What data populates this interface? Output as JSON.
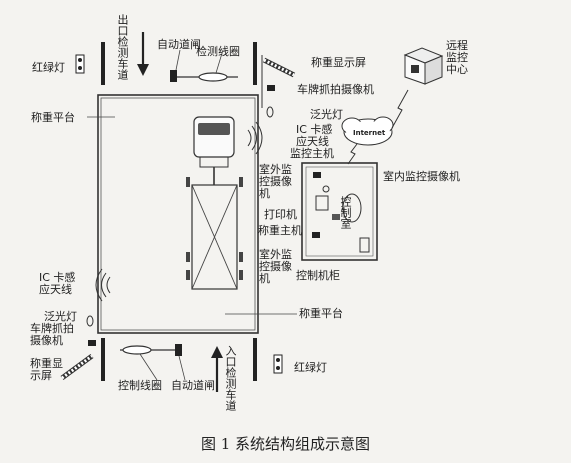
{
  "diagram": {
    "labels": {
      "exit_lane": "出口检测车道",
      "entry_lane": "入口检测车道",
      "auto_gate_top": "自动道闸",
      "auto_gate_bottom": "自动道闸",
      "detect_coil": "检测线圈",
      "control_coil": "控制线圈",
      "weight_display_top": "称重显示屏",
      "weight_display_bottom": "称重显\n示屏",
      "plate_camera_top": "车牌抓拍摄像机",
      "plate_camera_bottom": "车牌抓拍\n摄像机",
      "red_green_light_top": "红绿灯",
      "red_green_light_bottom": "红绿灯",
      "platform_left": "称重平台",
      "platform_bottom": "称重平台",
      "flood_light_top": "泛光灯",
      "flood_light_bottom": "泛光灯",
      "ic_antenna_top": "IC 卡感\n应天线",
      "ic_antenna_bottom": "IC 卡感\n应天线",
      "monitor_host": "监控主机",
      "internet": "Internet",
      "remote_center": "远程\n监控\n中心",
      "outdoor_camera_1": "室外监\n控摄像\n机",
      "outdoor_camera_2": "室外监\n控摄像\n机",
      "printer": "打印机",
      "weigh_host": "称重主机",
      "control_room": "控制室",
      "control_cabinet": "控制机柜",
      "indoor_camera": "室内监控摄像机"
    },
    "caption": "图 1   系统结构组成示意图"
  }
}
